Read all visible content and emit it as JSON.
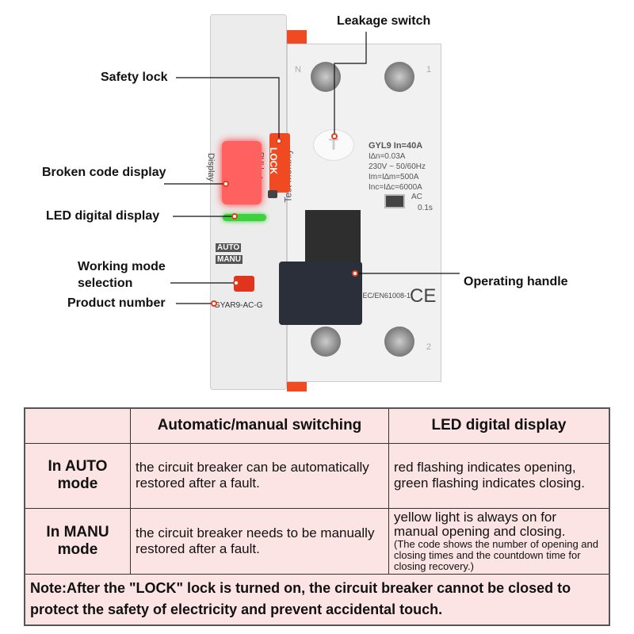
{
  "callouts": {
    "leakage_switch": "Leakage switch",
    "safety_lock": "Safety lock",
    "broken_code_display": "Broken code display",
    "led_digital_display": "LED digital display",
    "working_mode_selection": "Working mode\nselection",
    "product_number": "Product number",
    "operating_handle": "Operating handle"
  },
  "device": {
    "lock_label": "LOCK",
    "pull_label": "PULL ▲",
    "display_label": "Display",
    "test_label": "Test Monthly",
    "test_button": "T",
    "auto_label": "AUTO",
    "manu_label": "MANU",
    "model_code": "GYAR9-AC-G",
    "specs": [
      "GYL9   In=40A",
      "I∆n=0.03A",
      "230V ~ 50/60Hz",
      "Im=I∆m=500A",
      "Inc=I∆c=6000A"
    ],
    "ac_label": "AC",
    "time_label": "0.1s",
    "standard": "IEC/EN61008-1",
    "ce_mark": "CE",
    "terminal_n": "N",
    "terminal_1": "1",
    "terminal_2": "2",
    "colors": {
      "accent": "#f04a22",
      "led_red": "#e0202a",
      "led_green": "#3ed13e"
    }
  },
  "table": {
    "headers": [
      "",
      "Automatic/manual switching",
      "LED digital display"
    ],
    "rows": [
      {
        "mode": "In AUTO mode",
        "switching": "the circuit breaker can be automatically restored after a fault.",
        "led": "red flashing indicates opening, green flashing indicates closing."
      },
      {
        "mode": "In MANU mode",
        "switching": "the circuit breaker needs to be manually restored after a fault.",
        "led": "yellow light is always on for manual opening and closing.",
        "led_note": "(The code shows the number of opening and closing times and the countdown time for closing recovery.)"
      }
    ],
    "note": "Note:After the \"LOCK\" lock is turned on, the circuit breaker cannot be closed to protect the safety of electricity and prevent accidental touch."
  }
}
